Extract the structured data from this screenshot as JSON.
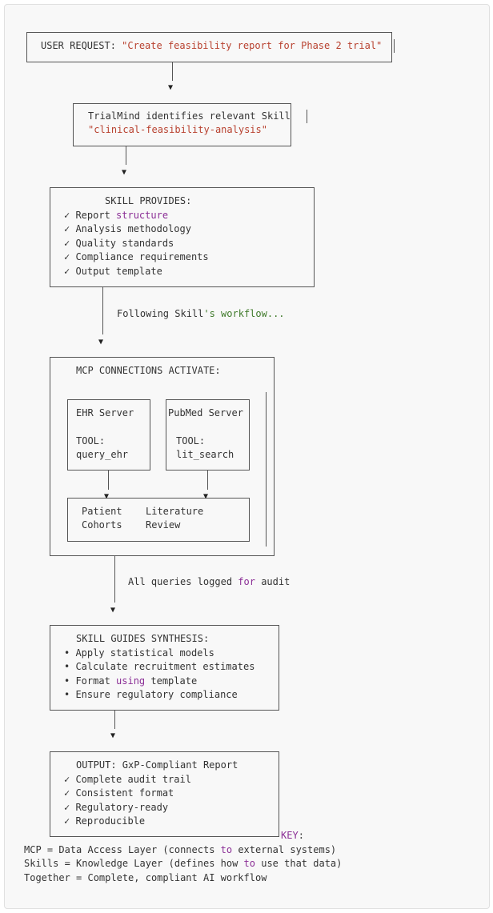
{
  "request": {
    "label": "USER REQUEST: ",
    "value": "\"Create feasibility report for Phase 2 trial\""
  },
  "identify": {
    "line1": "TrialMind identifies relevant Skill",
    "line2": "\"clinical-feasibility-analysis\""
  },
  "skill": {
    "title": "SKILL PROVIDES:",
    "items": [
      {
        "pre": "✓ Report ",
        "kw": "structure"
      },
      {
        "pre": "✓ Analysis methodology"
      },
      {
        "pre": "✓ Quality standards"
      },
      {
        "pre": "✓ Compliance requirements"
      },
      {
        "pre": "✓ Output template"
      }
    ]
  },
  "workflow_label": {
    "pre": "Following Skill",
    "green": "'s workflow..."
  },
  "mcp": {
    "title": "MCP CONNECTIONS ACTIVATE:",
    "ehr": {
      "name": "EHR Server",
      "tool_label": "TOOL:",
      "tool": "query_ehr"
    },
    "pubmed": {
      "name": "PubMed Server",
      "tool_label": "TOOL:",
      "tool": "lit_search"
    },
    "results": {
      "left1": "Patient",
      "left2": "Cohorts",
      "right1": "Literature",
      "right2": "Review"
    }
  },
  "audit_label": {
    "pre": "All queries logged ",
    "kw": "for",
    "post": " audit"
  },
  "synthesis": {
    "title": "SKILL GUIDES SYNTHESIS:",
    "items": [
      {
        "pre": "• Apply statistical models"
      },
      {
        "pre": "• Calculate recruitment estimates"
      },
      {
        "pre": "• Format ",
        "kw": "using",
        "post": " template"
      },
      {
        "pre": "• Ensure regulatory compliance"
      }
    ]
  },
  "output": {
    "title": "OUTPUT: GxP-Compliant Report",
    "items": [
      "✓ Complete audit trail",
      "✓ Consistent format",
      "✓ Regulatory-ready",
      "✓ Reproducible"
    ]
  },
  "key": {
    "label": "KEY",
    "colon": ":",
    "mcp": {
      "pre": "MCP = Data Access Layer (connects ",
      "kw": "to",
      "post": " external systems)"
    },
    "skills": {
      "pre": "Skills = Knowledge Layer (defines how ",
      "kw": "to",
      "post": " use that data)"
    },
    "together": "Together = Complete, compliant AI workflow"
  },
  "arrow_glyph": "▼"
}
